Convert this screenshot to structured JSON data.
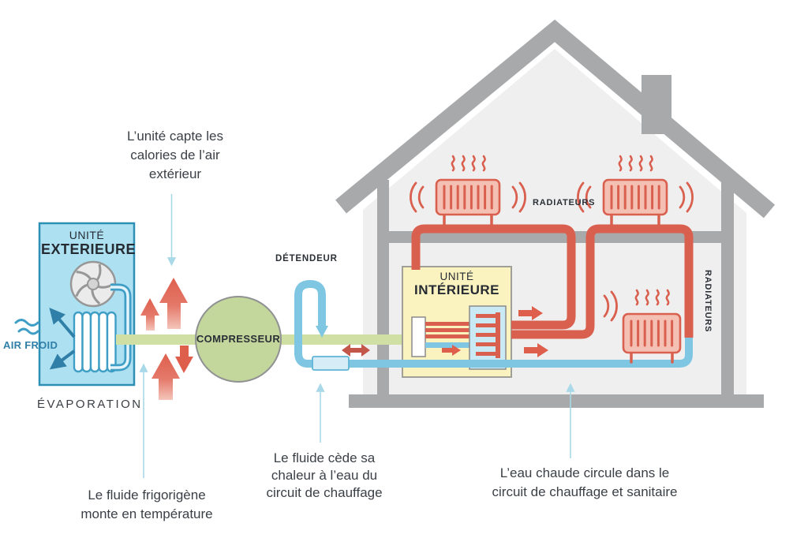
{
  "exterior_unit": {
    "label_line1": "UNITÉ",
    "label_line2": "EXTERIEURE",
    "air_label": "AIR FROID",
    "process_label": "ÉVAPORATION"
  },
  "compressor_label": "COMPRESSEUR",
  "expansion_valve_label": "DÉTENDEUR",
  "interior_unit": {
    "label_line1": "UNITÉ",
    "label_line2": "INTÉRIEURE"
  },
  "radiators": {
    "upper_label": "RADIATEURS",
    "side_label": "RADIATEURS"
  },
  "annotations": {
    "capture": "L’unité capte les\ncalories de l’air\nextérieur",
    "fluid_temp": "Le fluide frigorigène\nmonte en température",
    "fluid_heat": "Le fluide cède sa\nchaleur à l’eau du\ncircuit de chauffage",
    "hot_water": "L’eau chaude circule dans le\ncircuit de chauffage et sanitaire"
  },
  "colors": {
    "pipe_hot": "#D9604F",
    "pipe_cold": "#7EC6E2",
    "pipe_fluid_warm": "#D0E0A4",
    "exterior_unit_fill": "#ADE0F0",
    "exterior_unit_border": "#2E8FB5",
    "interior_unit_fill": "#FAF3C0",
    "compressor_fill": "#C3D69B",
    "house_gray": "#A7A9AB",
    "radiator_fill": "#F5C0B4",
    "text_dark": "#2B2F36",
    "text_blue": "#2F7FA8",
    "annotation_line": "#A9D9E8"
  }
}
